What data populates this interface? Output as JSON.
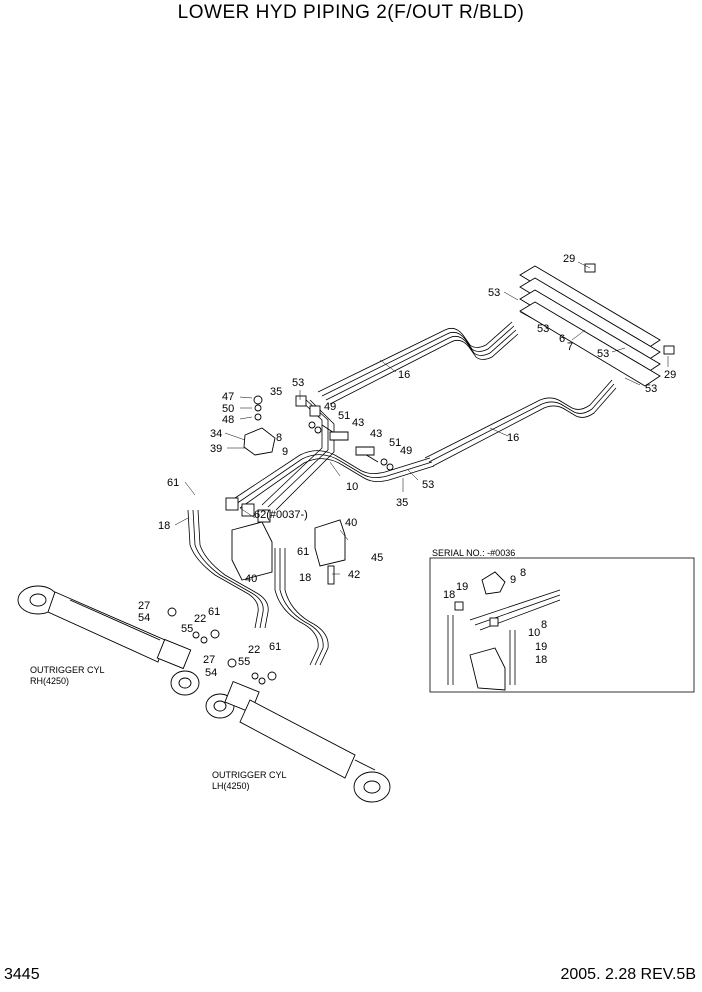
{
  "title": "LOWER HYD PIPING 2(F/OUT R/BLD)",
  "page_number": "3445",
  "date_revision": "2005. 2.28  REV.5B",
  "inset_title": "SERIAL NO.: -#0036",
  "captions": {
    "rh_line1": "OUTRIGGER CYL",
    "rh_line2": "RH(4250)",
    "lh_line1": "OUTRIGGER CYL",
    "lh_line2": "LH(4250)"
  },
  "callouts": [
    {
      "id": "c29a",
      "text": "29"
    },
    {
      "id": "c53a",
      "text": "53"
    },
    {
      "id": "c53b",
      "text": "53"
    },
    {
      "id": "c6",
      "text": "6"
    },
    {
      "id": "c7",
      "text": "7"
    },
    {
      "id": "c53c",
      "text": "53"
    },
    {
      "id": "c29b",
      "text": "29"
    },
    {
      "id": "c53d",
      "text": "53"
    },
    {
      "id": "c16a",
      "text": "16"
    },
    {
      "id": "c16b",
      "text": "16"
    },
    {
      "id": "c35a",
      "text": "35"
    },
    {
      "id": "c53e",
      "text": "53"
    },
    {
      "id": "c47",
      "text": "47"
    },
    {
      "id": "c50",
      "text": "50"
    },
    {
      "id": "c48",
      "text": "48"
    },
    {
      "id": "c49a",
      "text": "49"
    },
    {
      "id": "c51a",
      "text": "51"
    },
    {
      "id": "c43a",
      "text": "43"
    },
    {
      "id": "c34",
      "text": "34"
    },
    {
      "id": "c8",
      "text": "8"
    },
    {
      "id": "c39",
      "text": "39"
    },
    {
      "id": "c9",
      "text": "9"
    },
    {
      "id": "c43b",
      "text": "43"
    },
    {
      "id": "c51b",
      "text": "51"
    },
    {
      "id": "c49b",
      "text": "49"
    },
    {
      "id": "c10",
      "text": "10"
    },
    {
      "id": "c53f",
      "text": "53"
    },
    {
      "id": "c35b",
      "text": "35"
    },
    {
      "id": "c61a",
      "text": "61"
    },
    {
      "id": "c62",
      "text": "62(#0037-)"
    },
    {
      "id": "c18a",
      "text": "18"
    },
    {
      "id": "c40a",
      "text": "40"
    },
    {
      "id": "c61b",
      "text": "61"
    },
    {
      "id": "c45",
      "text": "45"
    },
    {
      "id": "c18b",
      "text": "18"
    },
    {
      "id": "c42",
      "text": "42"
    },
    {
      "id": "c40b",
      "text": "40"
    },
    {
      "id": "c27a",
      "text": "27"
    },
    {
      "id": "c54a",
      "text": "54"
    },
    {
      "id": "c22a",
      "text": "22"
    },
    {
      "id": "c61c",
      "text": "61"
    },
    {
      "id": "c55a",
      "text": "55"
    },
    {
      "id": "c27b",
      "text": "27"
    },
    {
      "id": "c54b",
      "text": "54"
    },
    {
      "id": "c22b",
      "text": "22"
    },
    {
      "id": "c55b",
      "text": "55"
    },
    {
      "id": "c61d",
      "text": "61"
    },
    {
      "id": "i19a",
      "text": "19"
    },
    {
      "id": "i9",
      "text": "9"
    },
    {
      "id": "i8",
      "text": "8"
    },
    {
      "id": "i18a",
      "text": "18"
    },
    {
      "id": "i10",
      "text": "10"
    },
    {
      "id": "i8b",
      "text": "8"
    },
    {
      "id": "i19b",
      "text": "19"
    },
    {
      "id": "i18b",
      "text": "18"
    }
  ]
}
